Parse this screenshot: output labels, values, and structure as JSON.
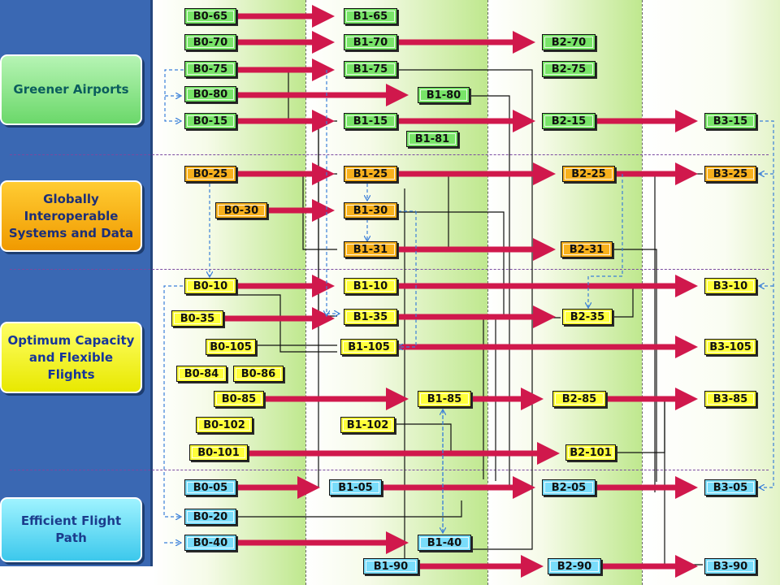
{
  "colors": {
    "sidebar": "#3a68b3",
    "arrow": "#d0184c",
    "connector": "#111111",
    "link_dashed": "#3a7fd9",
    "green_module": "#78e468",
    "orange_module": "#f7b01c",
    "yellow_module": "#ffff3a",
    "cyan_module": "#79dcfa"
  },
  "performance_areas": [
    {
      "id": "green",
      "label": "Greener Airports"
    },
    {
      "id": "orange",
      "label": "Globally Interoperable Systems and Data"
    },
    {
      "id": "yellow",
      "label": "Optimum Capacity and Flexible Flights"
    },
    {
      "id": "cyan",
      "label": "Efficient Flight Path"
    }
  ],
  "modules": {
    "b0_65": "B0-65",
    "b1_65": "B1-65",
    "b0_70": "B0-70",
    "b1_70": "B1-70",
    "b2_70": "B2-70",
    "b0_75": "B0-75",
    "b1_75": "B1-75",
    "b2_75": "B2-75",
    "b0_80": "B0-80",
    "b1_80": "B1-80",
    "b0_15": "B0-15",
    "b1_15": "B1-15",
    "b2_15": "B2-15",
    "b3_15": "B3-15",
    "b1_81": "B1-81",
    "b0_25": "B0-25",
    "b1_25": "B1-25",
    "b2_25": "B2-25",
    "b3_25": "B3-25",
    "b0_30": "B0-30",
    "b1_30": "B1-30",
    "b1_31": "B1-31",
    "b2_31": "B2-31",
    "b0_10": "B0-10",
    "b1_10": "B1-10",
    "b3_10": "B3-10",
    "b0_35": "B0-35",
    "b1_35": "B1-35",
    "b2_35": "B2-35",
    "b0_105": "B0-105",
    "b1_105": "B1-105",
    "b3_105": "B3-105",
    "b0_84": "B0-84",
    "b0_86": "B0-86",
    "b0_85": "B0-85",
    "b1_85": "B1-85",
    "b2_85": "B2-85",
    "b3_85": "B3-85",
    "b0_102": "B0-102",
    "b1_102": "B1-102",
    "b0_101": "B0-101",
    "b2_101": "B2-101",
    "b0_05": "B0-05",
    "b1_05": "B1-05",
    "b2_05": "B2-05",
    "b3_05": "B3-05",
    "b0_20": "B0-20",
    "b0_40": "B0-40",
    "b1_40": "B1-40",
    "b1_90": "B1-90",
    "b2_90": "B2-90",
    "b3_90": "B3-90"
  }
}
